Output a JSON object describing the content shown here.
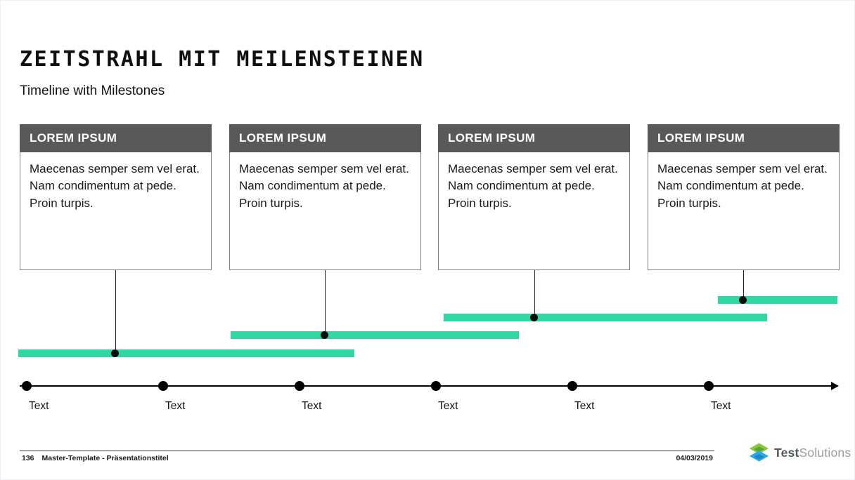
{
  "slide": {
    "title": "ZEITSTRAHL MIT MEILENSTEINEN",
    "subtitle": "Timeline with Milestones"
  },
  "cards": [
    {
      "header": "LOREM IPSUM",
      "body": "Maecenas semper sem vel erat. Nam condimentum  at pede. Proin turpis."
    },
    {
      "header": "LOREM IPSUM",
      "body": "Maecenas semper sem vel erat. Nam condimentum  at pede. Proin turpis."
    },
    {
      "header": "LOREM IPSUM",
      "body": "Maecenas semper sem vel erat. Nam condimentum  at pede. Proin turpis."
    },
    {
      "header": "LOREM IPSUM",
      "body": "Maecenas semper sem vel erat. Nam condimentum  at pede. Proin turpis."
    }
  ],
  "timeline": {
    "labels": [
      "Text",
      "Text",
      "Text",
      "Text",
      "Text",
      "Text"
    ]
  },
  "footer": {
    "page_number": "136",
    "document_title": "Master-Template - Präsentationstitel",
    "date": "04/03/2019",
    "logo_text_bold": "Test",
    "logo_text_light": "Solutions"
  },
  "colors": {
    "accent_green": "#2fd7a1",
    "header_gray": "#595959",
    "logo_green": "#8cc63f",
    "logo_green_dark": "#5ba829",
    "logo_blue": "#29abe2",
    "logo_blue_dark": "#1b87c9"
  }
}
